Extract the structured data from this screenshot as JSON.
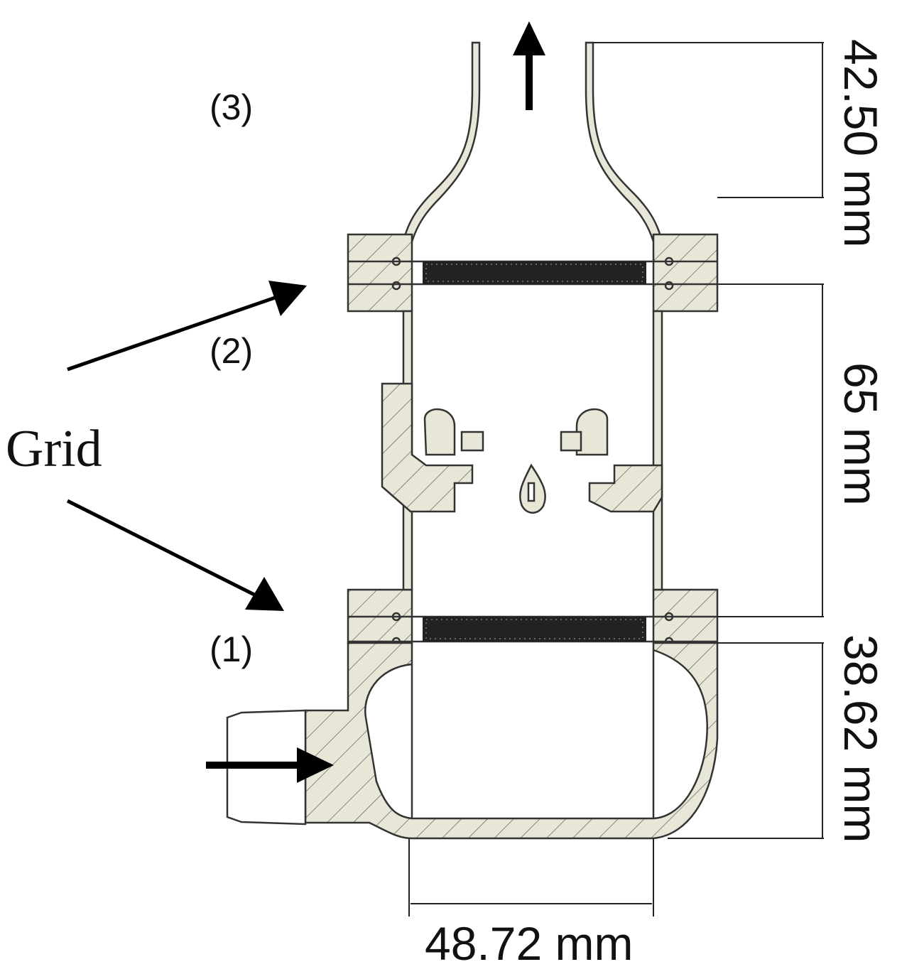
{
  "labels": {
    "region_1": "(1)",
    "region_2": "(2)",
    "region_3": "(3)",
    "grid": "Grid"
  },
  "dimensions": {
    "top_section": "42.50 mm",
    "middle_section": "65 mm",
    "bottom_section": "38.62 mm",
    "width": "48.72 mm"
  },
  "colors": {
    "body_fill": "#e7e6d7",
    "outline": "#333333",
    "grid_mesh": "#111111",
    "arrow": "#000000"
  }
}
